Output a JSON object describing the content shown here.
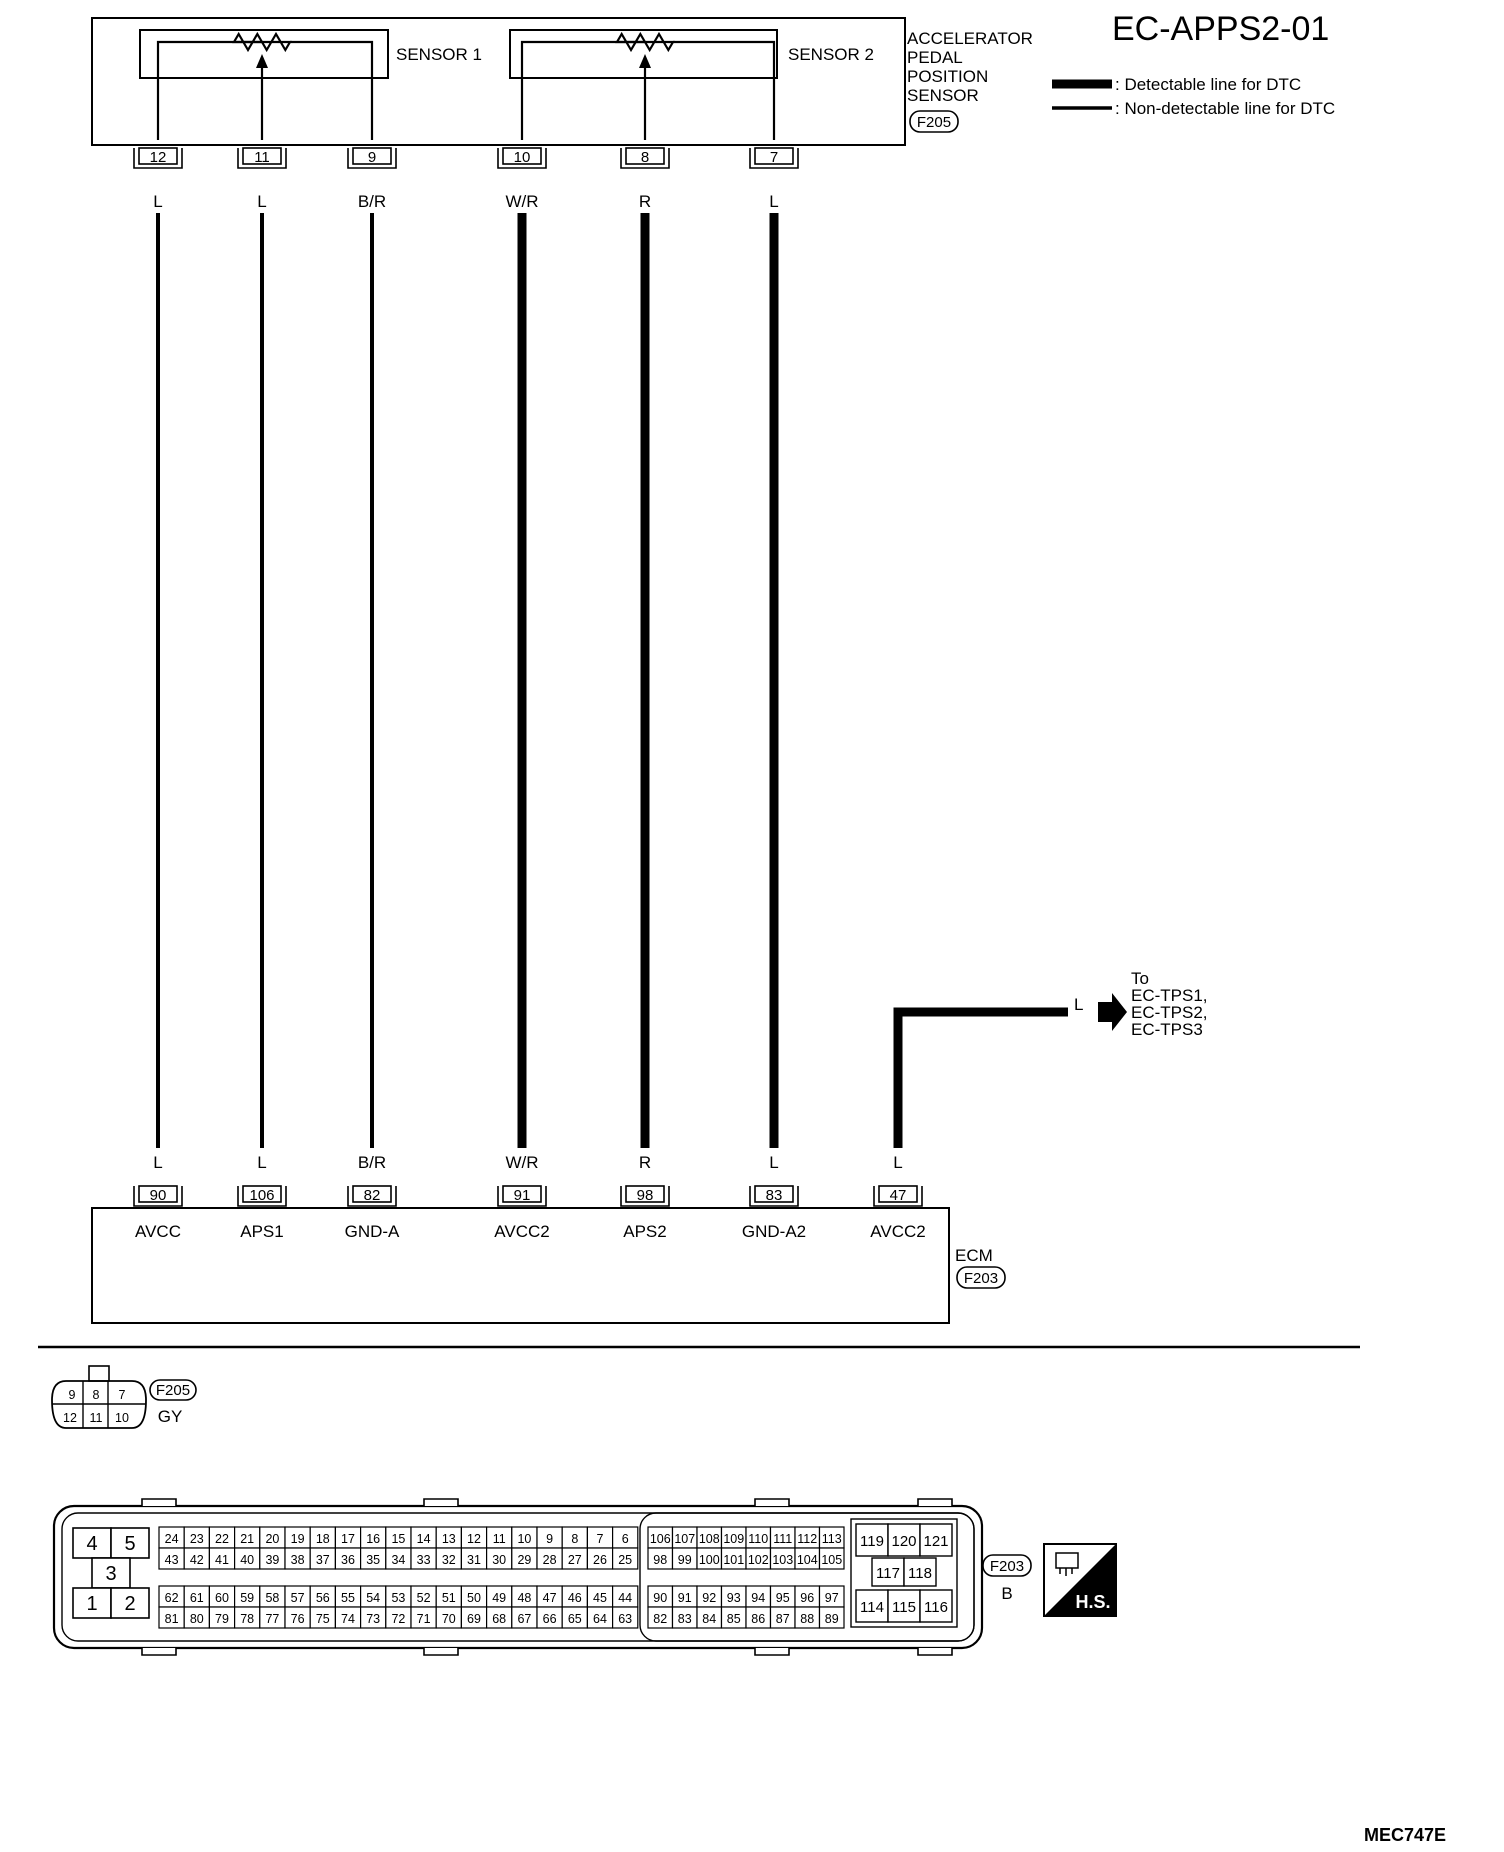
{
  "title": "EC-APPS2-01",
  "figure_code": "MEC747E",
  "legend": {
    "detectable": ": Detectable line for DTC",
    "non_detectable": ": Non-detectable line for DTC"
  },
  "sensor": {
    "name_lines": [
      "ACCELERATOR",
      "PEDAL",
      "POSITION",
      "SENSOR"
    ],
    "connector": "F205",
    "sensor1_label": "SENSOR 1",
    "sensor2_label": "SENSOR 2"
  },
  "ecm": {
    "name": "ECM",
    "connector": "F203"
  },
  "wires": [
    {
      "top_pin": "12",
      "top_color": "L",
      "bottom_pin": "90",
      "bottom_color": "L",
      "terminal": "AVCC",
      "detectable": false
    },
    {
      "top_pin": "11",
      "top_color": "L",
      "bottom_pin": "106",
      "bottom_color": "L",
      "terminal": "APS1",
      "detectable": false
    },
    {
      "top_pin": "9",
      "top_color": "B/R",
      "bottom_pin": "82",
      "bottom_color": "B/R",
      "terminal": "GND-A",
      "detectable": false
    },
    {
      "top_pin": "10",
      "top_color": "W/R",
      "bottom_pin": "91",
      "bottom_color": "W/R",
      "terminal": "AVCC2",
      "detectable": true
    },
    {
      "top_pin": "8",
      "top_color": "R",
      "bottom_pin": "98",
      "bottom_color": "R",
      "terminal": "APS2",
      "detectable": true
    },
    {
      "top_pin": "7",
      "top_color": "L",
      "bottom_pin": "83",
      "bottom_color": "L",
      "terminal": "GND-A2",
      "detectable": true
    }
  ],
  "extra_wire": {
    "bottom_pin": "47",
    "bottom_color": "L",
    "terminal": "AVCC2",
    "branch_color": "L",
    "to_lines": [
      "To",
      "EC-TPS1,",
      "EC-TPS2,",
      "EC-TPS3"
    ]
  },
  "f205_face": {
    "rows": [
      [
        "9",
        "8",
        "7"
      ],
      [
        "12",
        "11",
        "10"
      ]
    ],
    "label": "F205",
    "color": "GY"
  },
  "f203_face": {
    "label": "F203",
    "color": "B",
    "power_top": [
      "4",
      "5"
    ],
    "power_mid": "3",
    "power_bot": [
      "1",
      "2"
    ],
    "block_a_rows": [
      [
        "24",
        "23",
        "22",
        "21",
        "20",
        "19",
        "18",
        "17",
        "16",
        "15",
        "14",
        "13",
        "12",
        "11",
        "10",
        "9",
        "8",
        "7",
        "6"
      ],
      [
        "43",
        "42",
        "41",
        "40",
        "39",
        "38",
        "37",
        "36",
        "35",
        "34",
        "33",
        "32",
        "31",
        "30",
        "29",
        "28",
        "27",
        "26",
        "25"
      ],
      [
        "62",
        "61",
        "60",
        "59",
        "58",
        "57",
        "56",
        "55",
        "54",
        "53",
        "52",
        "51",
        "50",
        "49",
        "48",
        "47",
        "46",
        "45",
        "44"
      ],
      [
        "81",
        "80",
        "79",
        "78",
        "77",
        "76",
        "75",
        "74",
        "73",
        "72",
        "71",
        "70",
        "69",
        "68",
        "67",
        "66",
        "65",
        "64",
        "63"
      ]
    ],
    "block_b_rows": [
      [
        "106",
        "107",
        "108",
        "109",
        "110",
        "111",
        "112",
        "113"
      ],
      [
        "98",
        "99",
        "100",
        "101",
        "102",
        "103",
        "104",
        "105"
      ],
      [
        "90",
        "91",
        "92",
        "93",
        "94",
        "95",
        "96",
        "97"
      ],
      [
        "82",
        "83",
        "84",
        "85",
        "86",
        "87",
        "88",
        "89"
      ]
    ],
    "block_c": {
      "top": [
        "119",
        "120",
        "121"
      ],
      "mid": [
        "117",
        "118"
      ],
      "bot": [
        "114",
        "115",
        "116"
      ]
    }
  },
  "hs_label": "H.S."
}
